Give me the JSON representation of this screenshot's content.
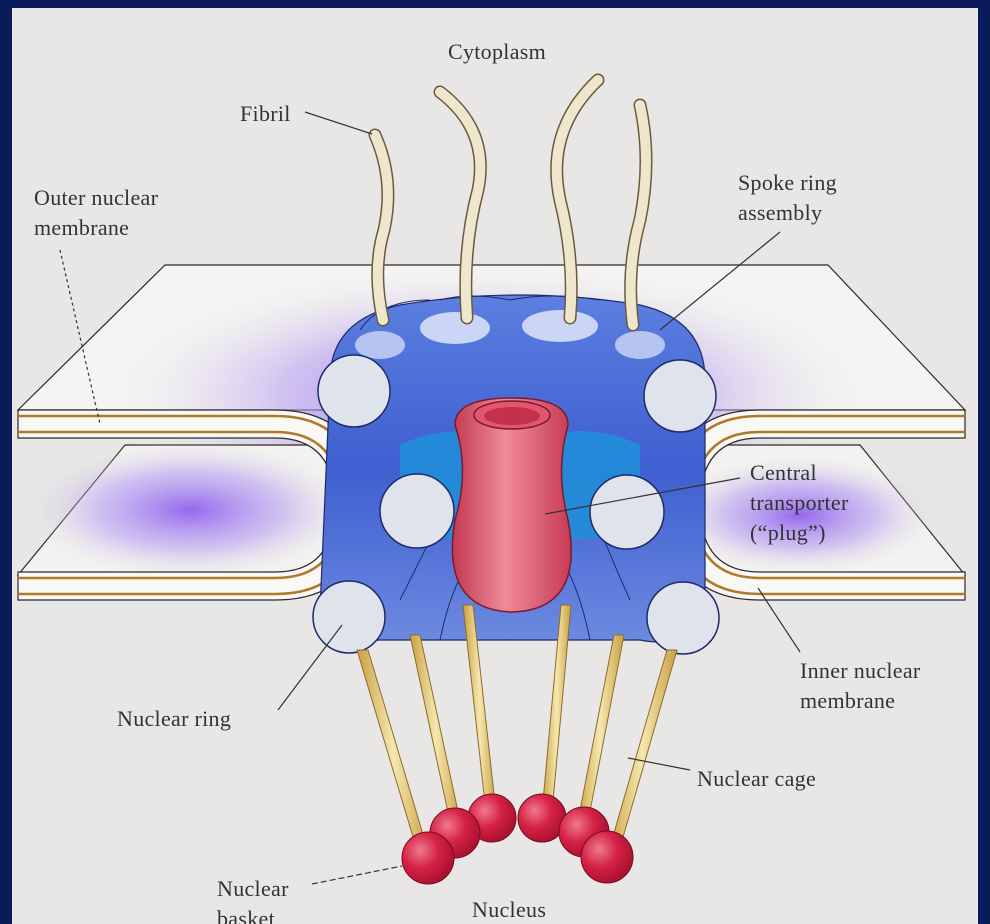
{
  "labels": {
    "cytoplasm": "Cytoplasm",
    "fibril": "Fibril",
    "outer_membrane": [
      "Outer nuclear",
      "membrane"
    ],
    "spoke_ring": [
      "Spoke ring",
      "assembly"
    ],
    "central_transporter": [
      "Central",
      "transporter",
      "(“plug”)"
    ],
    "inner_membrane": [
      "Inner nuclear",
      "membrane"
    ],
    "nuclear_ring": "Nuclear ring",
    "nuclear_cage": "Nuclear cage",
    "nuclear_basket": [
      "Nuclear",
      "basket"
    ],
    "nucleus": "Nucleus"
  },
  "colors": {
    "background_frame": "#0b1a5a",
    "canvas": "#e8e7e5",
    "membrane_edge": "#b07a2c",
    "spoke_ring": "#4466cc",
    "plug": "#d8485e",
    "basket_ball": "#d01e44",
    "fibril": "#ede3c8"
  }
}
